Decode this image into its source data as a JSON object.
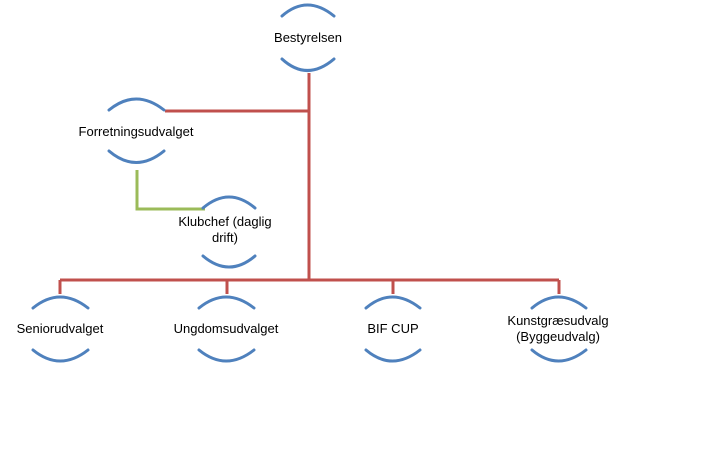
{
  "diagram": {
    "type": "org-chart",
    "colors": {
      "connector": "#c0504d",
      "sub_connector": "#9bbb59",
      "node_arc": "#4f81bd"
    },
    "nodes": [
      {
        "id": "bestyrelsen",
        "label": "Bestyrelsen"
      },
      {
        "id": "forretningsudvalget",
        "label": "Forretningsudvalget"
      },
      {
        "id": "klubchef",
        "label_line1": "Klubchef (daglig",
        "label_line2": "drift)"
      },
      {
        "id": "seniorudvalget",
        "label": "Seniorudvalget"
      },
      {
        "id": "ungdomsudvalget",
        "label": "Ungdomsudvalget"
      },
      {
        "id": "bif-cup",
        "label": "BIF CUP"
      },
      {
        "id": "kunstgraesudvalg",
        "label_line1": "Kunstgræsudvalg",
        "label_line2": "(Byggeudvalg)"
      }
    ],
    "edges": [
      {
        "from": "bestyrelsen",
        "to": "forretningsudvalget"
      },
      {
        "from": "forretningsudvalget",
        "to": "klubchef"
      },
      {
        "from": "bestyrelsen",
        "to": "seniorudvalget"
      },
      {
        "from": "bestyrelsen",
        "to": "ungdomsudvalget"
      },
      {
        "from": "bestyrelsen",
        "to": "bif-cup"
      },
      {
        "from": "bestyrelsen",
        "to": "kunstgraesudvalg"
      }
    ]
  }
}
